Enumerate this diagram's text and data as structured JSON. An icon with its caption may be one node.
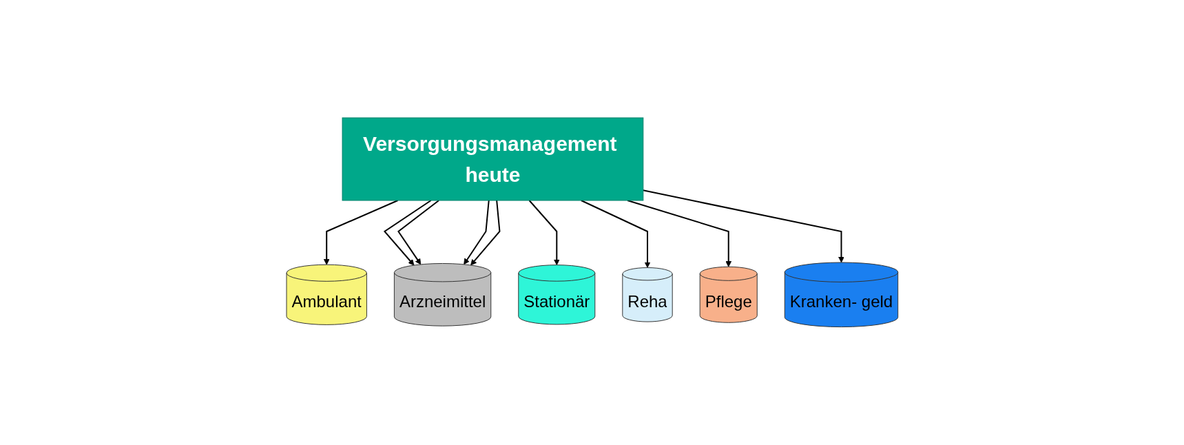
{
  "diagram": {
    "nodes": [
      {
        "text": [
          "Versorgungsmanagement heute"
        ]
      },
      {
        "text": [
          "Ambulant"
        ]
      },
      {
        "text": [
          "Stationär"
        ]
      },
      {
        "text": [
          "Reha"
        ]
      },
      {
        "text": [
          "Pflege"
        ]
      },
      {
        "text": [
          "Kranken- geld"
        ]
      },
      {
        "text": [
          "Arzneimittel"
        ]
      }
    ],
    "edges": [
      {
        "from": 0,
        "to": 1,
        "arrow": "to"
      },
      {
        "from": 0,
        "to": 6,
        "arrow": "to"
      },
      {
        "from": 0,
        "to": 2,
        "arrow": "to"
      },
      {
        "from": 0,
        "to": 6,
        "arrow": "to"
      },
      {
        "from": 0,
        "to": 3,
        "arrow": "to"
      },
      {
        "from": 0,
        "to": 6,
        "arrow": "to"
      },
      {
        "from": 0,
        "to": 4,
        "arrow": "to"
      },
      {
        "from": 0,
        "to": 6,
        "arrow": "to"
      },
      {
        "from": 0,
        "to": 5,
        "arrow": "to"
      }
    ]
  }
}
